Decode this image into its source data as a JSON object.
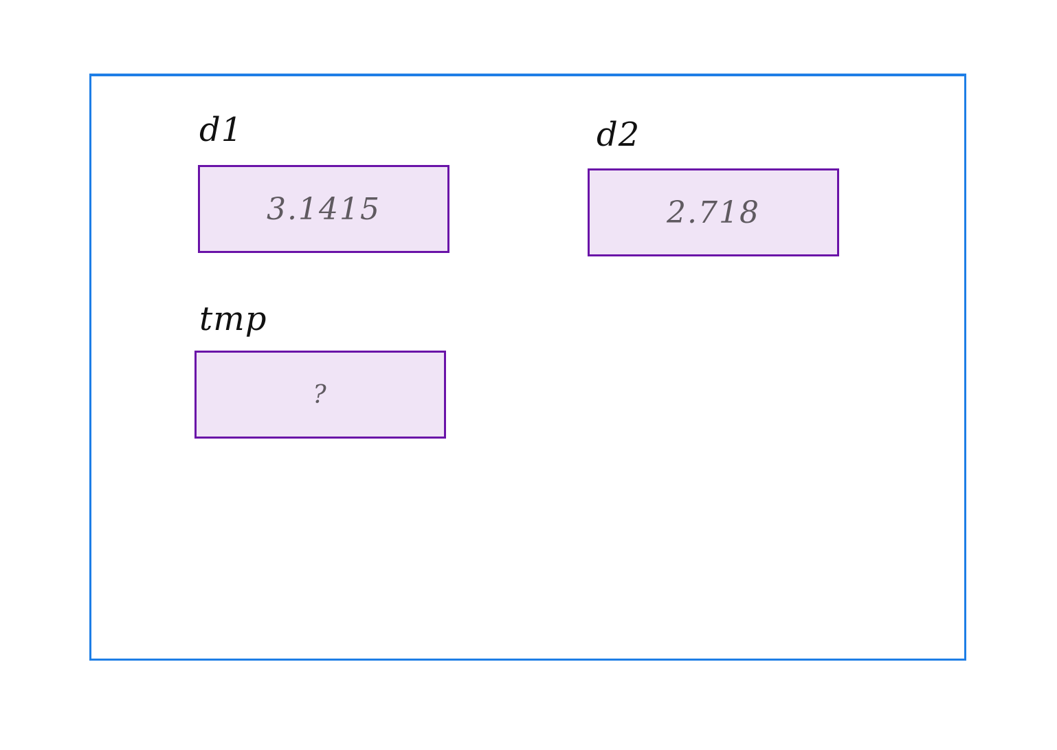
{
  "colors": {
    "frame_border": "#1e7ee6",
    "box_fill": "#f0e4f6",
    "box_border": "#6a13a8",
    "label_text": "#111111",
    "value_text": "#5f5a60"
  },
  "variables": [
    {
      "name": "d1",
      "value": "3.1415"
    },
    {
      "name": "d2",
      "value": "2.718"
    },
    {
      "name": "tmp",
      "value": "?"
    }
  ]
}
